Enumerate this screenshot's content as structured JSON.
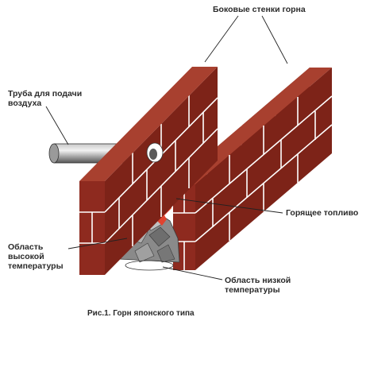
{
  "labels": {
    "side_walls": "Боковые стенки горна",
    "air_pipe_line1": "Труба для подачи",
    "air_pipe_line2": "воздуха",
    "burning_fuel": "Горящее топливо",
    "high_temp_line1": "Область",
    "high_temp_line2": "высокой",
    "high_temp_line3": "температуры",
    "low_temp_line1": "Область низкой",
    "low_temp_line2": "температуры"
  },
  "caption": "Рис.1. Горн японского типа",
  "colors": {
    "brick_front": "#8e2a1f",
    "brick_side": "#6f1d14",
    "brick_top": "#a8402f",
    "mortar": "#ffffff",
    "pipe": "#7a7a7a",
    "coal": "#8a8a8a",
    "flame": "#d42a1e",
    "text": "#2a2a2a"
  }
}
